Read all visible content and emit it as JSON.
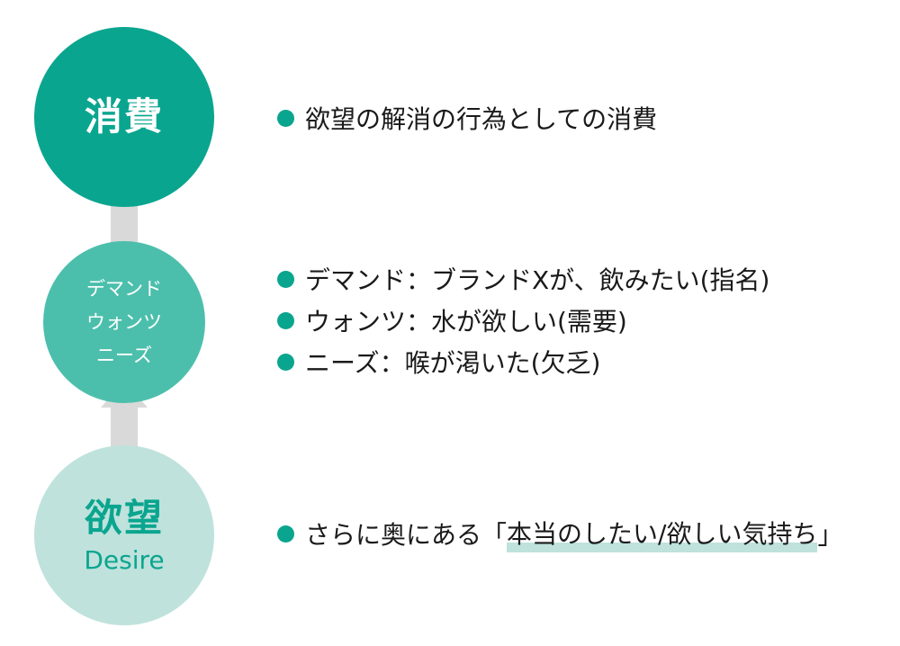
{
  "colors": {
    "dark_teal": "#0aa58f",
    "mid_teal": "#4cbfac",
    "light_teal": "#bfe2dc",
    "arrow_gray": "#d9d9d9",
    "text": "#1a1a1a"
  },
  "stages": {
    "consumption": {
      "title": "消費",
      "bullets": [
        "欲望の解消の行為としての消費"
      ]
    },
    "needs": {
      "lines": [
        "デマンド",
        "ウォンツ",
        "ニーズ"
      ],
      "bullets": [
        "デマンド：ブランドXが、飲みたい(指名)",
        "ウォンツ：水が欲しい(需要)",
        "ニーズ：喉が渇いた(欠乏)"
      ]
    },
    "desire": {
      "title": "欲望",
      "subtitle": "Desire",
      "bullet_prefix": "さらに奥にある「",
      "bullet_highlight": "本当のしたい/欲しい気持ち",
      "bullet_suffix": "」"
    }
  }
}
